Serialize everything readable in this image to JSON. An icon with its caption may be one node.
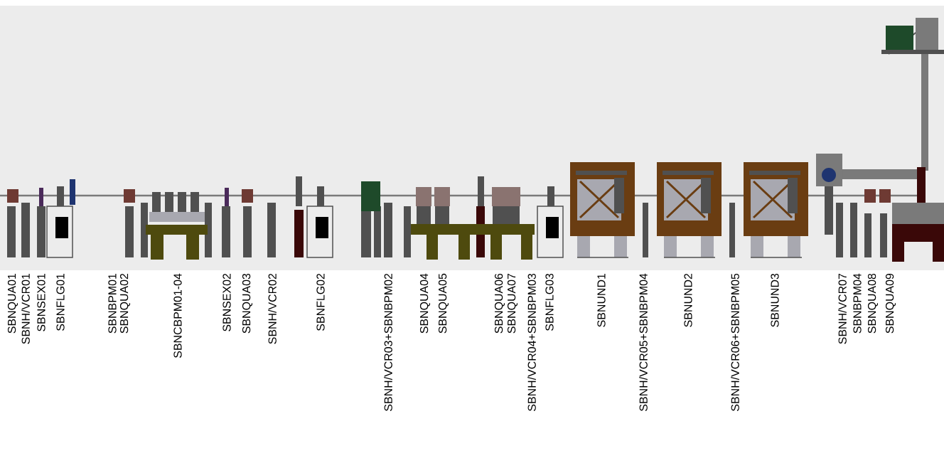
{
  "diagram": {
    "labels": [
      "SBNQUA01",
      "SBNH/VCR01",
      "SBNSEX01",
      "SBNFLG01",
      "SBNBPM01",
      "SBNQUA02",
      "SBNCBPM01-04",
      "SBNSEX02",
      "SBNQUA03",
      "SBNH/VCR02",
      "SBNFLG02",
      "SBNH/VCR03+SBNBPM02",
      "SBNQUA04",
      "SBNQUA05",
      "SBNQUA06",
      "SBNQUA07",
      "SBNH/VCR04+SBNBPM03",
      "SBNFLG03",
      "SBNUND1",
      "SBNH/VCR05+SBNBPM04",
      "SBNUND2",
      "SBNH/VCR06+SBNBPM05",
      "SBNUND3",
      "SBNH/VCR07",
      "SBNBPM04",
      "SBNQUA08",
      "SBNQUA09"
    ]
  }
}
